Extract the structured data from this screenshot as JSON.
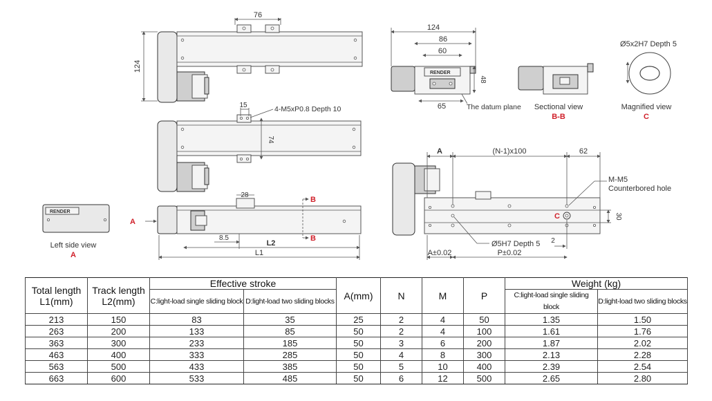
{
  "drawing": {
    "top_dim_76": "76",
    "top_dim_124": "124",
    "mid_dim_15": "15",
    "mid_dim_74": "74",
    "mid_note": "4-M5xP0.8 Depth 10",
    "side_dim_28": "28",
    "side_dim_85": "8.5",
    "side_dim_L2": "L2",
    "side_dim_L1": "L1",
    "label_A": "A",
    "label_B": "B",
    "label_C": "C",
    "left_view_caption": "Left side view",
    "brand": "RENDER",
    "section_dim_124": "124",
    "section_dim_86": "86",
    "section_dim_60": "60",
    "section_dim_48": "48",
    "section_dim_65": "65",
    "datum_caption": "The datum plane",
    "sectional_caption": "Sectional view",
    "sectional_label": "B-B",
    "magnified_note": "Ø5x2H7 Depth 5",
    "magnified_caption": "Magnified view",
    "bottom_dim_A": "A",
    "bottom_dim_N": "(N-1)x100",
    "bottom_dim_62": "62",
    "bottom_note_M": "M-M5",
    "bottom_note_cb": "Counterbored hole",
    "bottom_dim_30": "30",
    "bottom_note_pin": "Ø5H7 Depth 5",
    "bottom_dim_2": "2",
    "bottom_tol_A": "A±0.02",
    "bottom_tol_P": "P±0.02"
  },
  "table": {
    "h_total_length": "Total length",
    "h_L1": "L1(mm)",
    "h_track_length": "Track length",
    "h_L2": "L2(mm)",
    "h_effective_stroke": "Effective stroke",
    "h_stroke_c": "C:light-load single sliding block",
    "h_stroke_d": "D:light-load two sliding blocks",
    "h_A": "A(mm)",
    "h_N": "N",
    "h_M": "M",
    "h_P": "P",
    "h_weight": "Weight (kg)",
    "h_weight_c": "C:light-load single sliding block",
    "h_weight_d": "D:light-load two sliding blocks",
    "rows": [
      [
        "213",
        "150",
        "83",
        "35",
        "25",
        "2",
        "4",
        "50",
        "1.35",
        "1.50"
      ],
      [
        "263",
        "200",
        "133",
        "85",
        "50",
        "2",
        "4",
        "100",
        "1.61",
        "1.76"
      ],
      [
        "363",
        "300",
        "233",
        "185",
        "50",
        "3",
        "6",
        "200",
        "1.87",
        "2.02"
      ],
      [
        "463",
        "400",
        "333",
        "285",
        "50",
        "4",
        "8",
        "300",
        "2.13",
        "2.28"
      ],
      [
        "563",
        "500",
        "433",
        "385",
        "50",
        "5",
        "10",
        "400",
        "2.39",
        "2.54"
      ],
      [
        "663",
        "600",
        "533",
        "485",
        "50",
        "6",
        "12",
        "500",
        "2.65",
        "2.80"
      ]
    ]
  }
}
